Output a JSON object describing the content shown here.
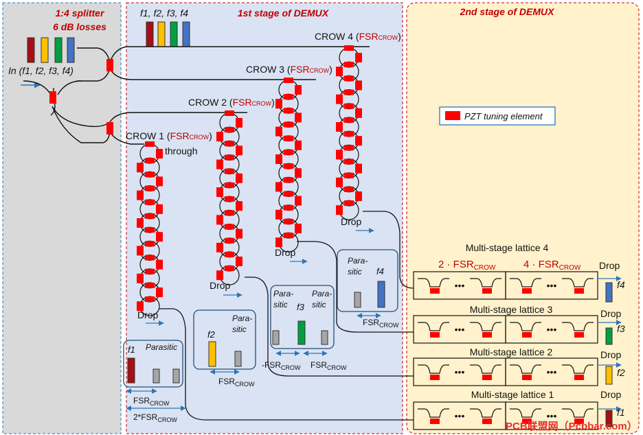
{
  "splitter": {
    "title_line1": "1:4 splitter",
    "title_line2": "6 dB losses",
    "input_label": "In (f1, f2, f3, f4)"
  },
  "stage1": {
    "title": "1st stage of DEMUX",
    "channels_label": "f1, f2, f3, f4"
  },
  "stage2": {
    "title": "2nd stage of DEMUX"
  },
  "legend": {
    "label": "PZT tuning element"
  },
  "crows": [
    {
      "name": "CROW 1",
      "fsr": "FSR",
      "sub": "CROW",
      "through": "through",
      "drop": "Drop"
    },
    {
      "name": "CROW 2",
      "fsr": "FSR",
      "sub": "CROW",
      "drop": "Drop"
    },
    {
      "name": "CROW 3",
      "fsr": "FSR",
      "sub": "CROW",
      "drop": "Drop"
    },
    {
      "name": "CROW 4",
      "fsr": "FSR",
      "sub": "CROW",
      "drop": "Drop"
    }
  ],
  "spectra": [
    {
      "main": "f1",
      "parasitic": "Parasitic",
      "fsr1": "FSR",
      "fsr1_sub": "CROW",
      "fsr2": "2*FSR",
      "fsr2_sub": "CROW"
    },
    {
      "main": "f2",
      "parasitic_a": "Para-",
      "parasitic_b": "sitic",
      "fsr": "FSR",
      "fsr_sub": "CROW"
    },
    {
      "main": "f3",
      "parasitic_a": "Para-",
      "parasitic_b": "sitic",
      "fsr_left": "-FSR",
      "fsr_right": "FSR",
      "fsr_sub": "CROW"
    },
    {
      "main": "f4",
      "parasitic_a": "Para-",
      "parasitic_b": "sitic",
      "fsr": "FSR",
      "fsr_sub": "CROW"
    }
  ],
  "lattices": [
    {
      "name": "Multi-stage lattice 4",
      "output": "f4",
      "drop": "Drop"
    },
    {
      "name": "Multi-stage lattice 3",
      "output": "f3",
      "drop": "Drop"
    },
    {
      "name": "Multi-stage lattice 2",
      "output": "f2",
      "drop": "Drop"
    },
    {
      "name": "Multi-stage lattice 1",
      "output": "f1",
      "drop": "Drop"
    }
  ],
  "lattice_header": {
    "left": "2 · FSR",
    "right": "4 · FSR",
    "sub": "CROW"
  },
  "dots": "•••",
  "watermark": "PCB联盟网（Pcbbar.com）",
  "colors": {
    "f1": "#a50f15",
    "f2": "#ffc000",
    "f3": "#00a040",
    "f4": "#4472c4",
    "pzt": "#ff0000",
    "parasitic": "#a6a6a6"
  }
}
